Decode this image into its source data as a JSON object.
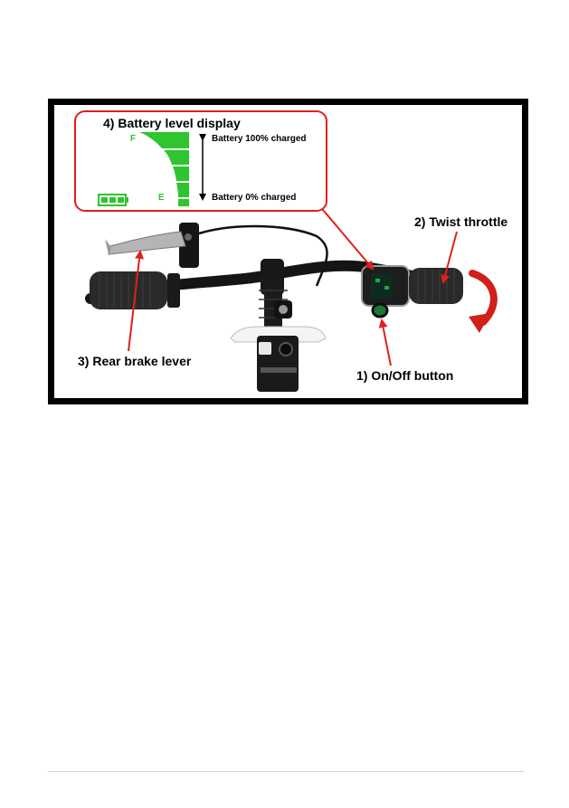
{
  "labels": {
    "battery_display": "4) Battery level display",
    "full": "F",
    "empty": "E",
    "charged_100": "Battery 100% charged",
    "charged_0": "Battery 0% charged",
    "twist_throttle": "2) Twist throttle",
    "rear_brake": "3) Rear brake lever",
    "on_off": "1) On/Off button"
  },
  "colors": {
    "frame": "#000000",
    "callout_red": "#e0201b",
    "battery_green": "#2ec52e"
  },
  "battery_levels": 5
}
